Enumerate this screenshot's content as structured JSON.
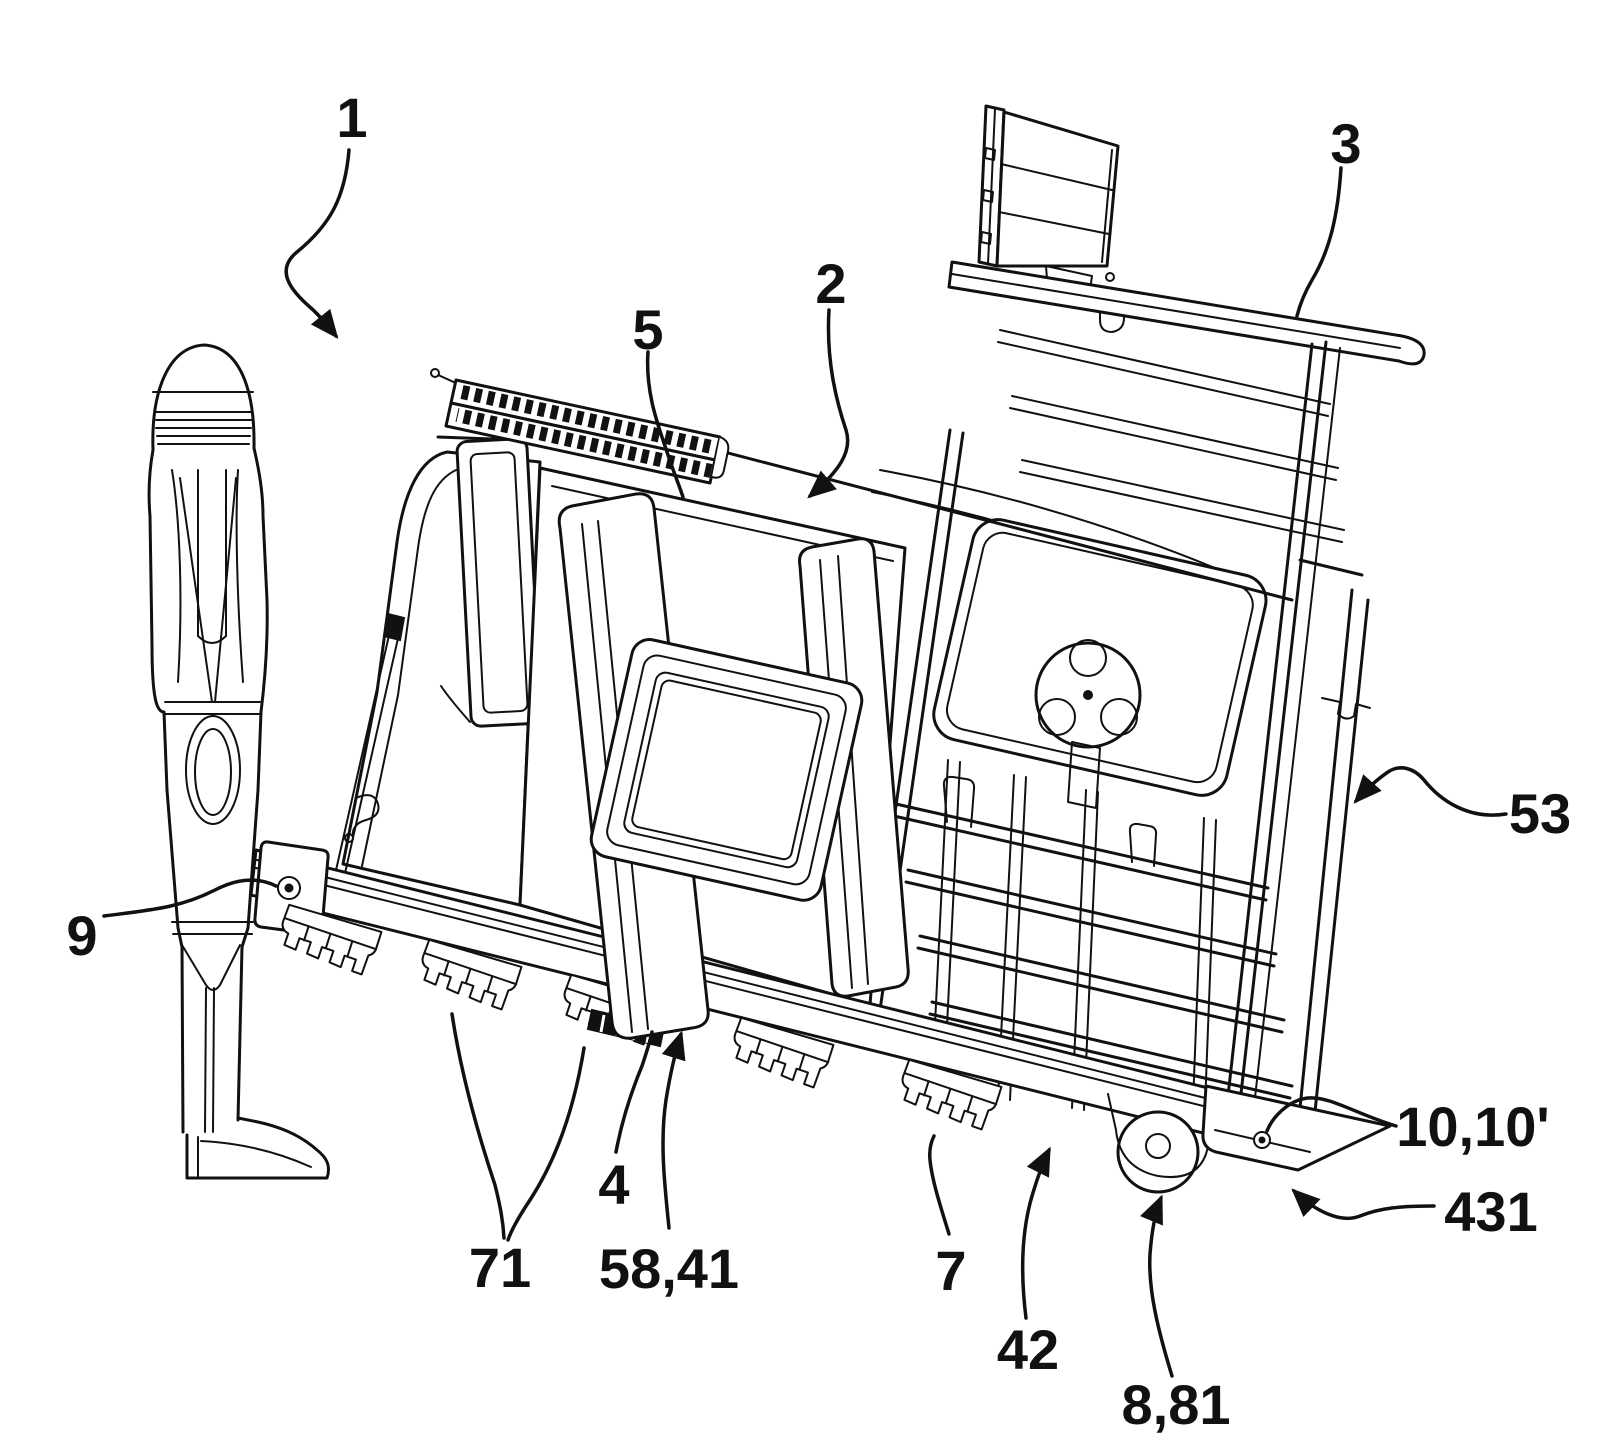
{
  "figure": {
    "type": "patent-line-drawing",
    "background_color": "#ffffff",
    "line_color": "#111111",
    "reference_labels": [
      {
        "id": "1",
        "text": "1"
      },
      {
        "id": "2",
        "text": "2"
      },
      {
        "id": "3",
        "text": "3"
      },
      {
        "id": "5",
        "text": "5"
      },
      {
        "id": "9",
        "text": "9"
      },
      {
        "id": "53",
        "text": "53"
      },
      {
        "id": "10-10",
        "text": "10,10'"
      },
      {
        "id": "431",
        "text": "431"
      },
      {
        "id": "71",
        "text": "71"
      },
      {
        "id": "4",
        "text": "4"
      },
      {
        "id": "58-41",
        "text": "58,41"
      },
      {
        "id": "7",
        "text": "7"
      },
      {
        "id": "42",
        "text": "42"
      },
      {
        "id": "8-81",
        "text": "8,81"
      }
    ]
  }
}
